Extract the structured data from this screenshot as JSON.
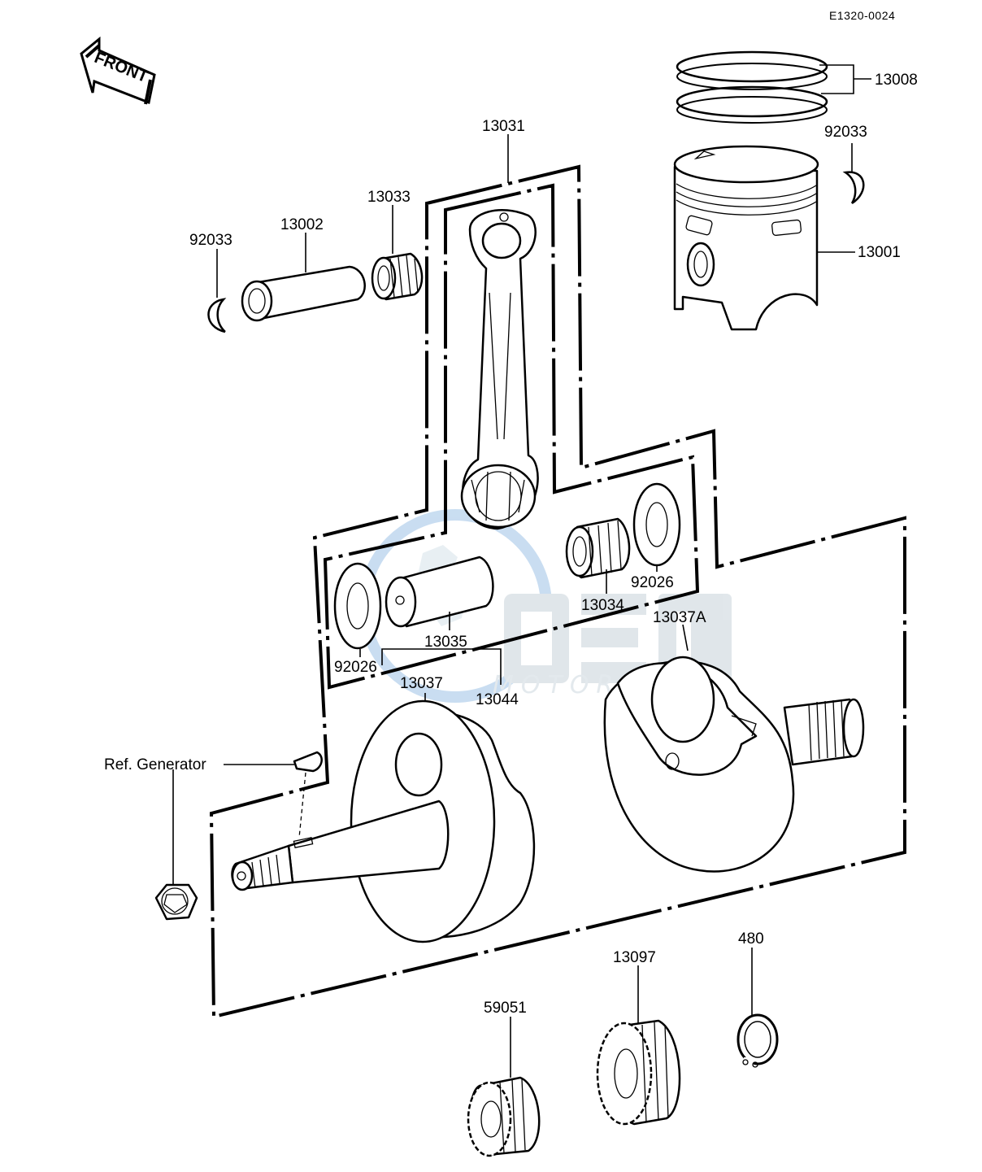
{
  "drawing_code": "E1320-0024",
  "front_label": "FRONT",
  "watermark": {
    "brand": "OEM",
    "subtitle": "MOTORPARTS"
  },
  "callouts": {
    "ring_set": "13008",
    "circlip_right": "92033",
    "piston": "13001",
    "connecting_rod": "13031",
    "needle_bearing_small": "13033",
    "piston_pin": "13002",
    "circlip_left": "92033",
    "crank_pin": "13035",
    "washer_left": "92026",
    "needle_bearing_big": "13034",
    "washer_right": "92026",
    "crankshaft_assy": "13044",
    "flywheel_left": "13037",
    "flywheel_right": "13037A",
    "generator_ref": "Ref. Generator",
    "gear_small": "59051",
    "gear_large": "13097",
    "snap_ring": "480"
  }
}
